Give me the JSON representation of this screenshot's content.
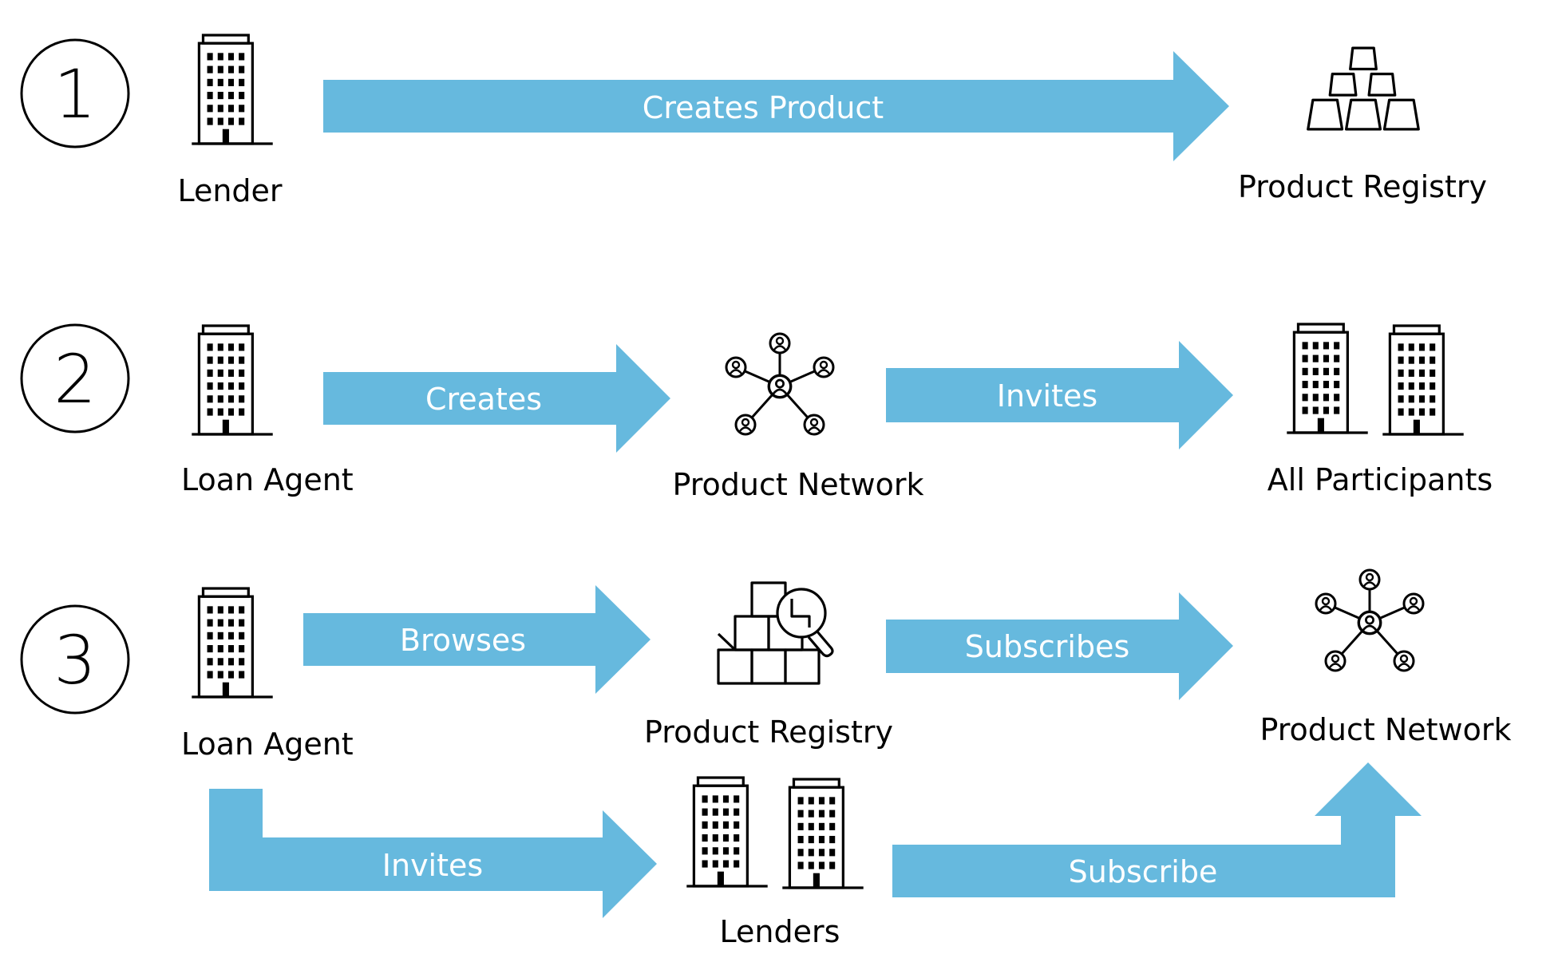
{
  "colors": {
    "arrow": "#66b9de",
    "ink": "#000000",
    "arrow_text": "#ffffff"
  },
  "steps": [
    {
      "number": "1",
      "nodes": [
        {
          "label": "Lender",
          "icon": "building-icon"
        },
        {
          "label": "Product Registry",
          "icon": "gold-bars-icon"
        }
      ],
      "arrows": [
        {
          "label": "Creates Product"
        }
      ]
    },
    {
      "number": "2",
      "nodes": [
        {
          "label": "Loan Agent",
          "icon": "building-icon"
        },
        {
          "label": "Product Network",
          "icon": "network-icon"
        },
        {
          "label": "All Participants",
          "icon": "two-buildings-icon"
        }
      ],
      "arrows": [
        {
          "label": "Creates"
        },
        {
          "label": "Invites"
        }
      ]
    },
    {
      "number": "3",
      "nodes": [
        {
          "label": "Loan Agent",
          "icon": "building-icon"
        },
        {
          "label": "Product Registry",
          "icon": "boxes-search-icon"
        },
        {
          "label": "Product Network",
          "icon": "network-icon"
        },
        {
          "label": "Lenders",
          "icon": "two-buildings-icon"
        }
      ],
      "arrows": [
        {
          "label": "Browses"
        },
        {
          "label": "Subscribes"
        },
        {
          "label": "Invites"
        },
        {
          "label": "Subscribe"
        }
      ]
    }
  ]
}
